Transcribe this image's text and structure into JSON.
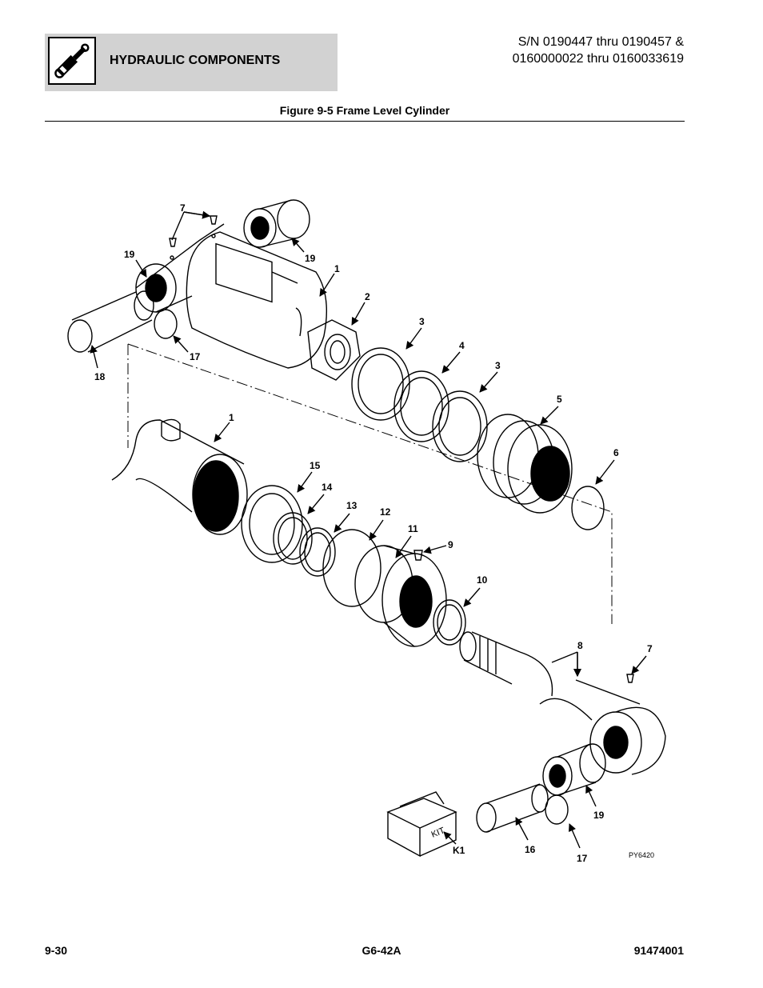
{
  "header": {
    "section_title": "HYDRAULIC COMPONENTS",
    "serial_line1": "S/N 0190447 thru 0190457 &",
    "serial_line2": "0160000022 thru 0160033619"
  },
  "figure": {
    "title": "Figure 9-5 Frame Level Cylinder",
    "drawing_code": "PY6420",
    "kit_box_label": "KIT",
    "callouts": {
      "c1a": "1",
      "c1b": "1",
      "c2": "2",
      "c3a": "3",
      "c3b": "3",
      "c4": "4",
      "c5": "5",
      "c6": "6",
      "c7a": "7",
      "c7b": "7",
      "c8": "8",
      "c9": "9",
      "c10": "10",
      "c11": "11",
      "c12": "12",
      "c13": "13",
      "c14": "14",
      "c15": "15",
      "c16": "16",
      "c17a": "17",
      "c17b": "17",
      "c18": "18",
      "c19a": "19",
      "c19b": "19",
      "c19c": "19",
      "k1": "K1"
    }
  },
  "footer": {
    "page_number": "9-30",
    "model": "G6-42A",
    "doc_number": "91474001"
  }
}
